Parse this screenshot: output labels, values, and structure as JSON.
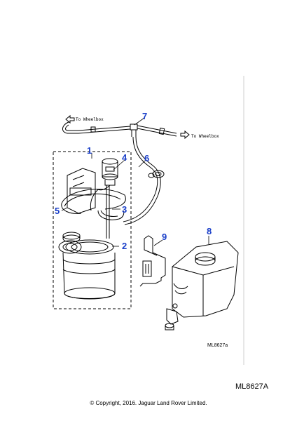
{
  "callouts": [
    "1",
    "2",
    "3",
    "4",
    "5",
    "6",
    "7",
    "8",
    "9"
  ],
  "arrow_labels": {
    "left": "To Wheelbox",
    "right": "To Wheelbox"
  },
  "diagram_ref": "ML8627a",
  "page_ref": "ML8627A",
  "copyright": "© Copyright, 2016. Jaguar Land Rover Limited.",
  "colors": {
    "callout": "#1a3fc9",
    "line": "#000000"
  }
}
